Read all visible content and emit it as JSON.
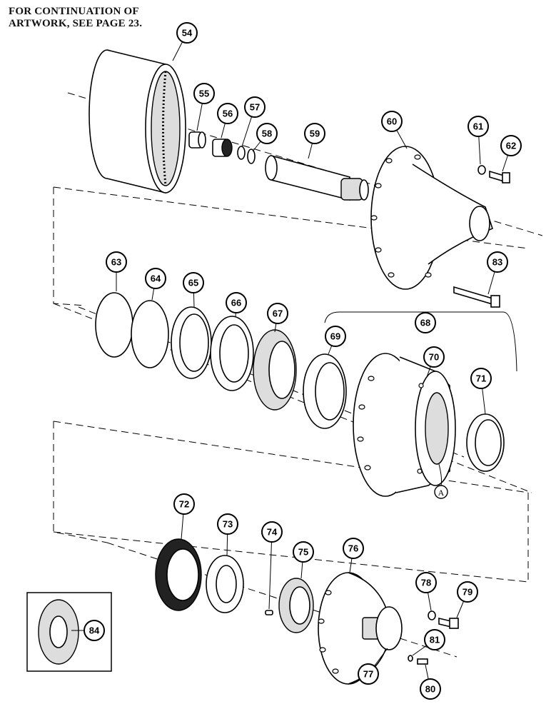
{
  "header": {
    "line1": "FOR CONTINUATION OF",
    "line2": "ARTWORK, SEE PAGE 23."
  },
  "callouts": [
    "54",
    "55",
    "56",
    "57",
    "58",
    "59",
    "60",
    "61",
    "62",
    "83",
    "63",
    "64",
    "65",
    "66",
    "67",
    "68",
    "69",
    "70",
    "71",
    "72",
    "73",
    "74",
    "75",
    "76",
    "77",
    "78",
    "79",
    "80",
    "81",
    "84"
  ],
  "reference_letter": "A"
}
